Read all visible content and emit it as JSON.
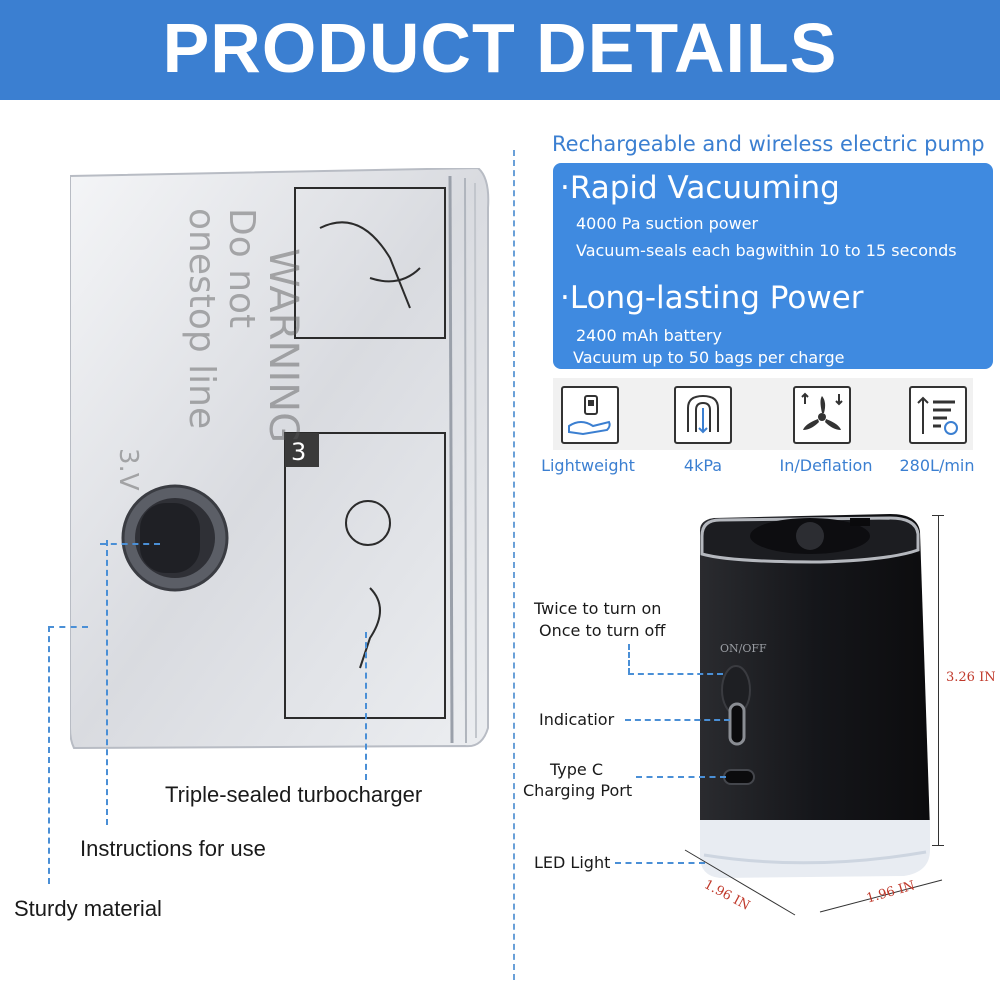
{
  "header": {
    "title": "PRODUCT DETAILS"
  },
  "bag": {
    "callouts": {
      "turbocharger": "Triple-sealed turbocharger",
      "instructions": "Instructions for use",
      "material": "Sturdy material"
    },
    "printed_text": [
      "WARNING",
      "Do not",
      "onestop line",
      "3",
      "3.V"
    ]
  },
  "pump": {
    "subtitle": "Rechargeable and wireless electric pump",
    "features": [
      {
        "title": "·Rapid Vacuuming",
        "lines": [
          "4000 Pa suction power",
          "Vacuum-seals each bagwithin 10 to 15 seconds"
        ]
      },
      {
        "title": "·Long-lasting Power",
        "lines": [
          "2400 mAh battery",
          "Vacuum up to 50 bags per charge"
        ]
      }
    ],
    "icons": [
      {
        "label": "Lightweight",
        "icon": "hand-weight-icon"
      },
      {
        "label": "4kPa",
        "icon": "suction-icon"
      },
      {
        "label": "In/Deflation",
        "icon": "fan-icon"
      },
      {
        "label": "280L/min",
        "icon": "airflow-icon"
      }
    ],
    "labels": {
      "twice_on": "Twice to turn on",
      "once_off": "Once to turn off",
      "indicator": "Indicatior",
      "type_c_1": "Type C",
      "type_c_2": "Charging Port",
      "led": "LED Light"
    },
    "button_text": "ON/OFF",
    "dimensions": {
      "height": "3.26 IN",
      "width": "1.96 IN",
      "depth": "1.96 IN"
    }
  }
}
